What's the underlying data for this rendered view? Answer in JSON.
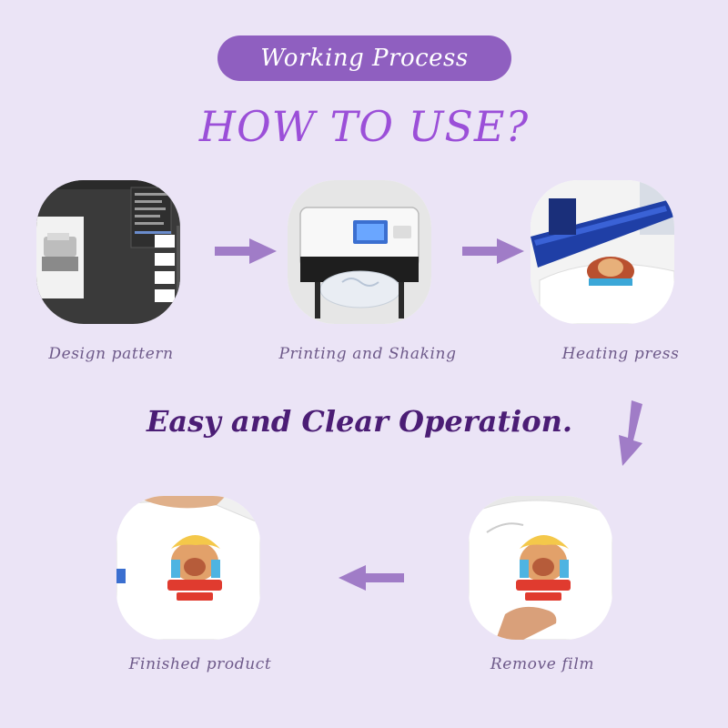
{
  "header": {
    "pill_label": "Working Process",
    "headline": "HOW TO USE?",
    "subhead": "Easy and Clear Operation."
  },
  "steps": [
    {
      "label": "Design pattern",
      "icon": "design-software-icon"
    },
    {
      "label": "Printing and Shaking",
      "icon": "printer-icon"
    },
    {
      "label": "Heating press",
      "icon": "heat-press-icon"
    },
    {
      "label": "Remove film",
      "icon": "tshirt-print-icon"
    },
    {
      "label": "Finished product",
      "icon": "tshirt-print-icon"
    }
  ],
  "colors": {
    "background": "#ebe4f6",
    "pill": "#8f5fc0",
    "headline": "#9b4fd8",
    "subhead": "#4b1d75",
    "arrow": "#a07cc7",
    "caption": "#6e5a8a"
  }
}
